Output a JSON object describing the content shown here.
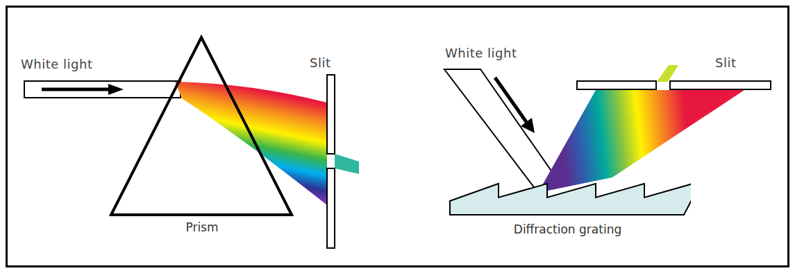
{
  "diagram": {
    "nodes": [
      {
        "text": [
          "Prism"
        ]
      },
      {
        "text": [
          "Diffraction grating"
        ]
      }
    ],
    "labels": [
      "White light",
      "Slit",
      "White light",
      "Slit"
    ]
  }
}
